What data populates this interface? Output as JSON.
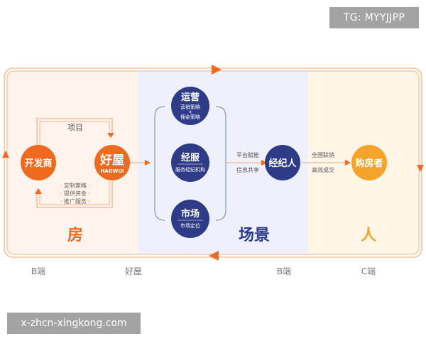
{
  "watermark_top": "TG: MYYJJPP",
  "watermark_bottom": "x-zhcn-xingkong.com",
  "nodes": {
    "developer": "开发商",
    "haowu_cn": "好屋",
    "haowu_en": "HAOWUI",
    "broker": "经纪人",
    "buyer": "购房者",
    "ops_title": "运营",
    "ops_sub1": "营销策略",
    "ops_sub2": "+",
    "ops_sub3": "佣金策略",
    "svc_title": "经服",
    "svc_sub": "服务经纪机构",
    "mkt_title": "市场",
    "mkt_sub": "市场定位"
  },
  "edges": {
    "project": "项目",
    "service1": "· 定制策略 ·",
    "service2": "· 提供资金 ·",
    "service3": "· 推广服务 ·",
    "empower": "平台赋能",
    "share": "信息共享",
    "network": "全国联销",
    "deal": "高效成交"
  },
  "sections": {
    "fang": "房",
    "scene": "场景",
    "ren": "人"
  },
  "bottom_labels": {
    "b1": "B端",
    "haowu": "好屋",
    "b2": "B端",
    "c": "C端"
  },
  "colors": {
    "orange": "#ef6a1f",
    "amber": "#f5a32a",
    "navy": "#2e3c87",
    "line": "#f0b58f"
  }
}
